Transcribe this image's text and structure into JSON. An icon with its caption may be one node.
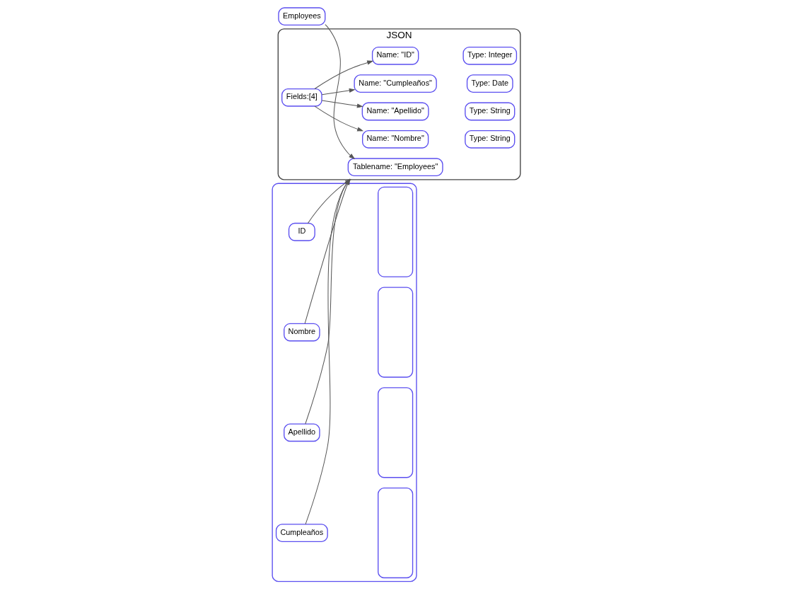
{
  "diagram": {
    "nodes": [
      {
        "text": [
          "Employees"
        ]
      },
      {
        "text": [],
        "shape": "box"
      },
      {
        "text": [
          "ID"
        ],
        "in": 1
      },
      {
        "text": [
          "Nombre"
        ],
        "in": 1
      },
      {
        "text": [
          "Apellido"
        ],
        "in": 1
      },
      {
        "text": [
          "Cumpleaños"
        ],
        "in": 1
      },
      {
        "text": [],
        "shape": "box",
        "in": 1
      },
      {
        "text": [],
        "shape": "box",
        "in": 1
      },
      {
        "text": [],
        "shape": "box",
        "in": 1
      },
      {
        "text": [],
        "shape": "box",
        "in": 1
      },
      {
        "text": [
          "JSON"
        ]
      },
      {
        "text": [
          "Tablename: \"Employees\""
        ],
        "in": 10
      },
      {
        "text": [
          "Fields:[4]"
        ],
        "in": 10
      },
      {
        "text": [
          "Name: \"ID\""
        ],
        "in": 10
      },
      {
        "text": [
          "Type: Integer"
        ],
        "in": 10
      },
      {
        "text": [
          "Name: \"Nombre\""
        ],
        "in": 10
      },
      {
        "text": [
          "Type: String"
        ],
        "in": 10
      },
      {
        "text": [
          "Name: \"Apellido\""
        ],
        "in": 10
      },
      {
        "text": [
          "Type: String"
        ],
        "in": 10
      },
      {
        "text": [
          "Name: \"Cumpleaños\""
        ],
        "in": 10
      },
      {
        "text": [
          "Type: Date"
        ],
        "in": 10
      }
    ],
    "edges": [
      {
        "from": 0,
        "to": 11,
        "arrow": "to"
      },
      {
        "from": 2,
        "to": 10,
        "arrow": "to"
      },
      {
        "from": 3,
        "to": 10,
        "arrow": "to"
      },
      {
        "from": 4,
        "to": 10,
        "arrow": "to"
      },
      {
        "from": 5,
        "to": 10,
        "arrow": "to"
      },
      {
        "from": 12,
        "to": 13,
        "arrow": "to"
      },
      {
        "from": 12,
        "to": 15,
        "arrow": "to"
      },
      {
        "from": 12,
        "to": 17,
        "arrow": "to"
      },
      {
        "from": 12,
        "to": 19,
        "arrow": "to"
      }
    ]
  }
}
